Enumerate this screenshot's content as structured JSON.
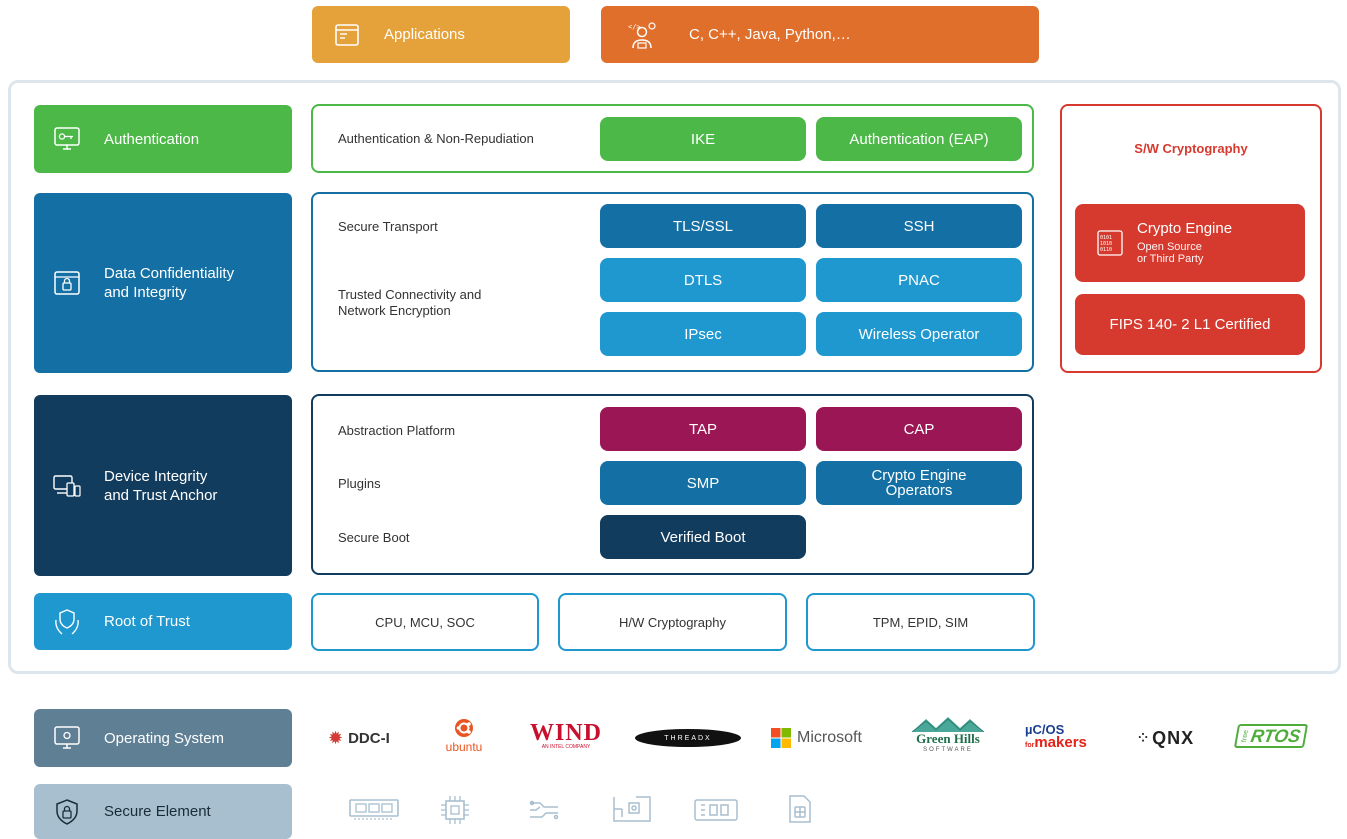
{
  "top": {
    "applications": "Applications",
    "languages": "C, C++, Java, Python,…"
  },
  "categories": {
    "authentication": "Authentication",
    "data_conf_1": "Data Confidentiality",
    "data_conf_2": "and Integrity",
    "device_1": "Device Integrity",
    "device_2": "and Trust Anchor",
    "root_of_trust": "Root of Trust",
    "operating_system": "Operating System",
    "secure_element": "Secure Element"
  },
  "auth_row": {
    "label": "Authentication & Non-Repudiation",
    "ike": "IKE",
    "eap": "Authentication (EAP)"
  },
  "data_row": {
    "secure_transport": "Secure Transport",
    "trusted_1": "Trusted Connectivity and",
    "trusted_2": "Network Encryption",
    "tls": "TLS/SSL",
    "ssh": "SSH",
    "dtls": "DTLS",
    "pnac": "PNAC",
    "ipsec": "IPsec",
    "wireless": "Wireless Operator"
  },
  "device_row": {
    "abstraction": "Abstraction Platform",
    "plugins": "Plugins",
    "secure_boot": "Secure Boot",
    "tap": "TAP",
    "cap": "CAP",
    "smp": "SMP",
    "ceo_1": "Crypto Engine",
    "ceo_2": "Operators",
    "verified_boot": "Verified Boot"
  },
  "rot_row": {
    "cpu": "CPU, MCU, SOC",
    "hw_crypto": "H/W Cryptography",
    "tpm": "TPM, EPID, SIM"
  },
  "sw_crypto": {
    "title": "S/W Cryptography",
    "engine": "Crypto Engine",
    "engine_sub_1": "Open Source",
    "engine_sub_2": "or Third Party",
    "fips": "FIPS 140- 2 L1 Certified"
  },
  "os_logos": {
    "ddci": "DDC-I",
    "ubuntu": "ubuntu",
    "wind": "WIND",
    "wind_sub": "AN INTEL COMPANY",
    "threadx": "THREADX",
    "microsoft": "Microsoft",
    "greenhills": "Green Hills",
    "greenhills_sub": "SOFTWARE",
    "ucos": "µC/OS",
    "ucos_sub": "makers",
    "ucos_for": "for",
    "qnx": "QNX",
    "freertos": "RTOS",
    "freertos_pre": "free"
  },
  "colors": {
    "applications": "#e6a23a",
    "languages": "#df6f2b",
    "authentication": "#4cb847",
    "data_confidentiality": "#1470a4",
    "device_integrity": "#123c5e",
    "root_of_trust": "#1f97cf",
    "operating_system": "#5e7f94",
    "secure_element": "#a8bfcf",
    "sw_crypto": "#d63a2f",
    "maroon": "#9b1655"
  }
}
